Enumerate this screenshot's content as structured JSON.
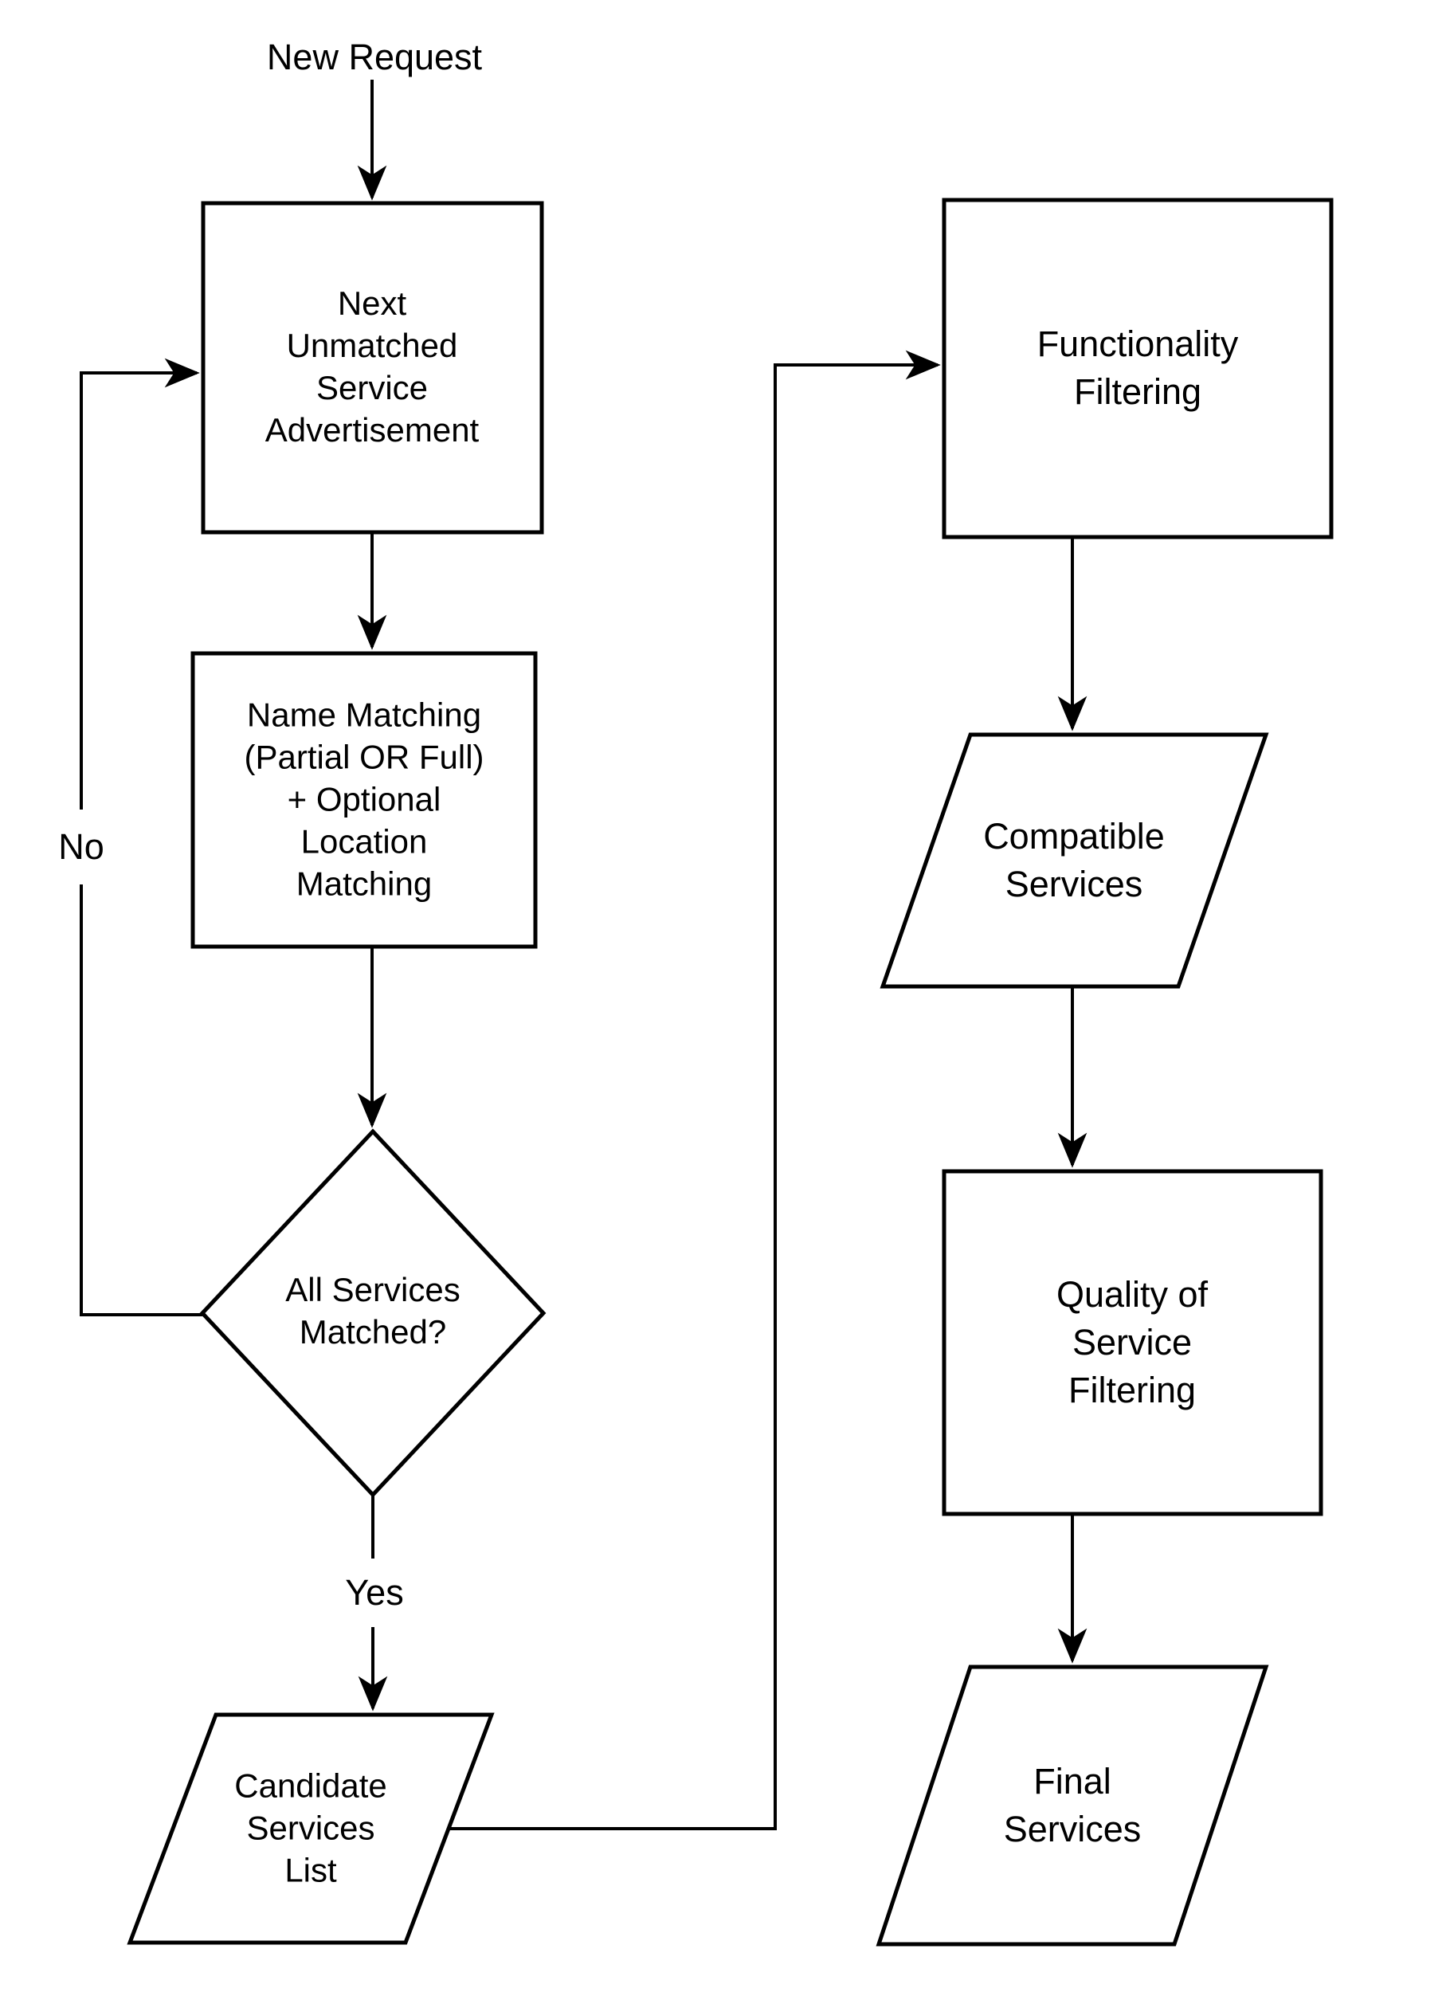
{
  "colors": {
    "stroke": "#000000",
    "background": "#ffffff",
    "text": "#000000"
  },
  "nodes": {
    "start_label": "New Request",
    "next_unmatched": {
      "type": "process",
      "text": "Next\nUnmatched\nService\nAdvertisement"
    },
    "name_matching": {
      "type": "process",
      "text": "Name Matching\n(Partial OR Full)\n+ Optional\nLocation\nMatching"
    },
    "all_matched": {
      "type": "decision",
      "text": "All Services\nMatched?"
    },
    "candidate_list": {
      "type": "data",
      "text": "Candidate\nServices\nList"
    },
    "functionality_filtering": {
      "type": "process",
      "text": "Functionality\nFiltering"
    },
    "compatible_services": {
      "type": "data",
      "text": "Compatible\nServices"
    },
    "qos_filtering": {
      "type": "process",
      "text": "Quality of\nService\nFiltering"
    },
    "final_services": {
      "type": "data",
      "text": "Final\nServices"
    }
  },
  "edge_labels": {
    "no": "No",
    "yes": "Yes"
  }
}
